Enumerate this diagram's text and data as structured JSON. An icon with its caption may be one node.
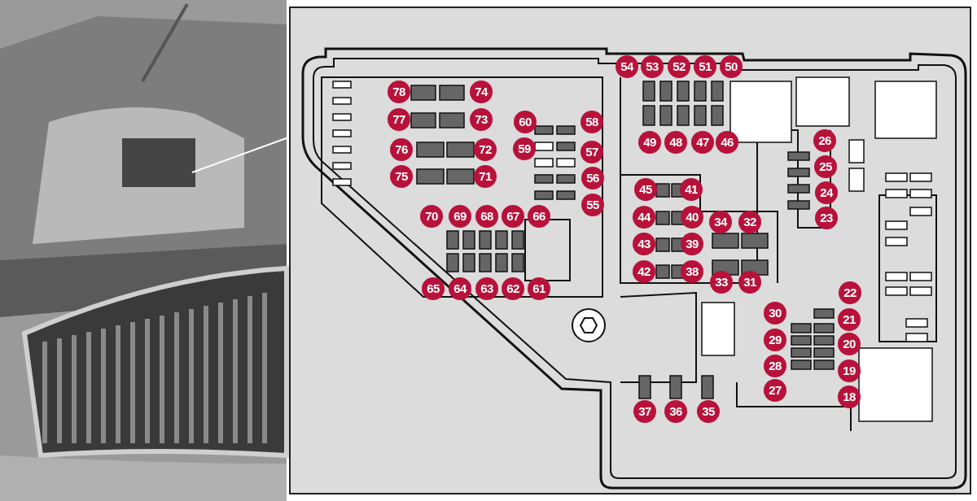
{
  "diagram": {
    "labels": [
      "54",
      "53",
      "52",
      "51",
      "50",
      "78",
      "74",
      "77",
      "73",
      "60",
      "58",
      "49",
      "48",
      "47",
      "46",
      "26",
      "76",
      "72",
      "59",
      "57",
      "25",
      "75",
      "71",
      "56",
      "45",
      "41",
      "24",
      "55",
      "70",
      "69",
      "68",
      "67",
      "66",
      "44",
      "40",
      "23",
      "34",
      "32",
      "43",
      "39",
      "42",
      "38",
      "33",
      "31",
      "65",
      "64",
      "63",
      "62",
      "61",
      "22",
      "30",
      "21",
      "29",
      "20",
      "28",
      "19",
      "27",
      "18",
      "37",
      "36",
      "35"
    ]
  }
}
